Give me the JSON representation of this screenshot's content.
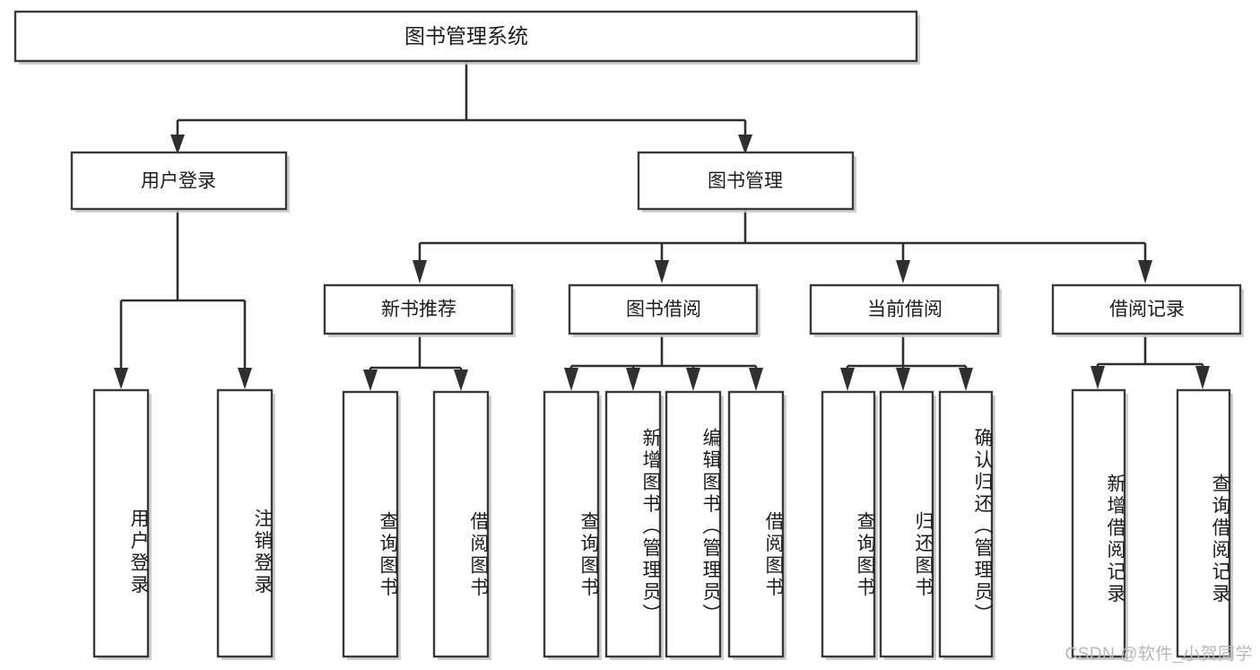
{
  "diagram": {
    "type": "tree-hierarchy",
    "title": "图书管理系统",
    "watermark": "CSDN @软件_小贺同学",
    "colors": {
      "box_stroke": "#3a3a3a",
      "box_fill": "#ffffff",
      "connector": "#2f2f2f",
      "shadow": "#c9c9c9",
      "text": "#1c1c1c",
      "watermark": "#b9b9b9",
      "background": "#ffffff"
    },
    "root": {
      "label": "图书管理系统"
    },
    "level2": [
      {
        "label": "用户登录"
      },
      {
        "label": "图书管理"
      }
    ],
    "level3": [
      {
        "label": "新书推荐"
      },
      {
        "label": "图书借阅"
      },
      {
        "label": "当前借阅"
      },
      {
        "label": "借阅记录"
      }
    ],
    "leaves": {
      "user_login": [
        {
          "label": "用户登录"
        },
        {
          "label": "注销登录"
        }
      ],
      "new_book_recommend": [
        {
          "label": "查询图书"
        },
        {
          "label": "借阅图书"
        }
      ],
      "book_borrow": [
        {
          "label": "查询图书"
        },
        {
          "label": "新增图书（管理员）"
        },
        {
          "label": "编辑图书（管理员）"
        },
        {
          "label": "借阅图书"
        }
      ],
      "current_borrow": [
        {
          "label": "查询图书"
        },
        {
          "label": "归还图书"
        },
        {
          "label": "确认归还（管理员）"
        }
      ],
      "borrow_record": [
        {
          "label": "新增借阅记录"
        },
        {
          "label": "查询借阅记录"
        }
      ]
    }
  }
}
